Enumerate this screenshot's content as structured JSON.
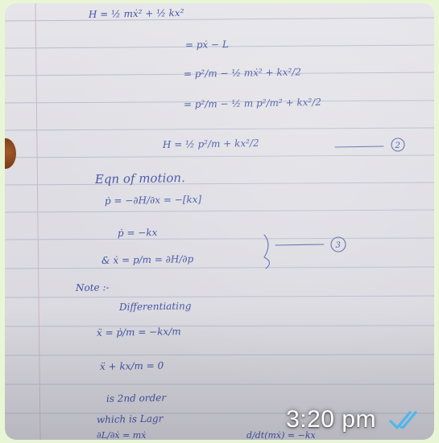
{
  "message": {
    "timestamp": "3:20 pm",
    "status": "read",
    "tick_color": "#4fb6ec"
  },
  "notes": {
    "line1": "H = ½ mẋ² + ½ kx²",
    "line2": "= pẋ − L",
    "line3": "= p²/m − ½ mẋ² + kx²/2",
    "line4": "= p²/m − ½ m p²/m² + kx²/2",
    "line5": "H = ½ p²/m + kx²/2",
    "eq_label_1": "2",
    "eqn_heading": "Eqn of motion.",
    "line6": "ṗ = −∂H/∂x = −[kx]",
    "line7": "ṗ = −kx",
    "line8": "& ẋ = p/m = ∂H/∂p",
    "eq_label_2": "3",
    "note_heading": "Note :-",
    "note_sub": "Differentiating",
    "line9": "ẍ = ṗ/m = −kx/m",
    "line10": "ẍ + kx/m = 0",
    "line11": "is 2nd order",
    "line12": "which is Lagr",
    "line13": "∂L/∂ẋ = mẋ",
    "line14": "d/dt(mẋ) = −kx"
  }
}
